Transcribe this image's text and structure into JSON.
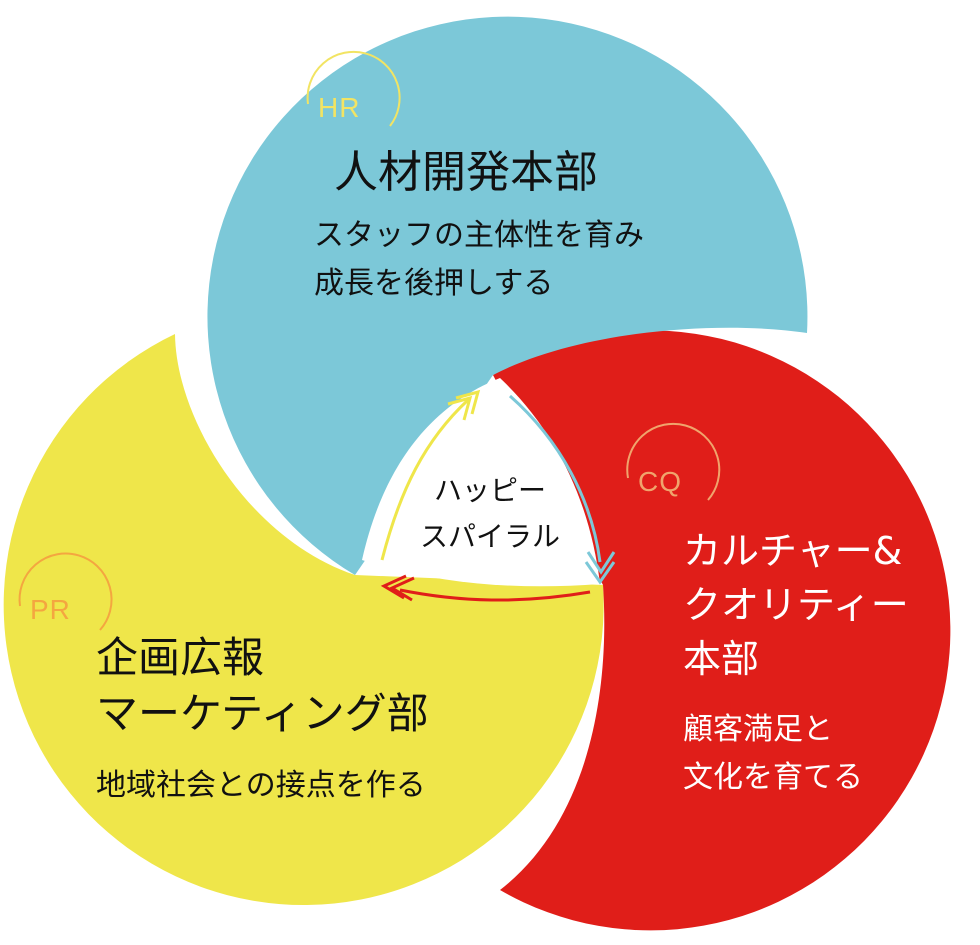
{
  "center": {
    "label_line1": "ハッピー",
    "label_line2": "スパイラル"
  },
  "hr": {
    "badge": "HR",
    "title": "人材開発本部",
    "desc_line1": "スタッフの主体性を育み",
    "desc_line2": "成長を後押しする",
    "color": "#7cc8d8"
  },
  "pr": {
    "badge": "PR",
    "title_line1": "企画広報",
    "title_line2": "マーケティング部",
    "desc": "地域社会との接点を作る",
    "color": "#efe64a"
  },
  "cq": {
    "badge": "CQ",
    "title_line1": "カルチャー&",
    "title_line2": "クオリティー",
    "title_line3": "本部",
    "desc_line1": "顧客満足と",
    "desc_line2": "文化を育てる",
    "color": "#e01e19"
  },
  "arrows": {
    "yellow_color": "#efe64a",
    "blue_color": "#7cc8d8",
    "red_color": "#e01e19"
  }
}
